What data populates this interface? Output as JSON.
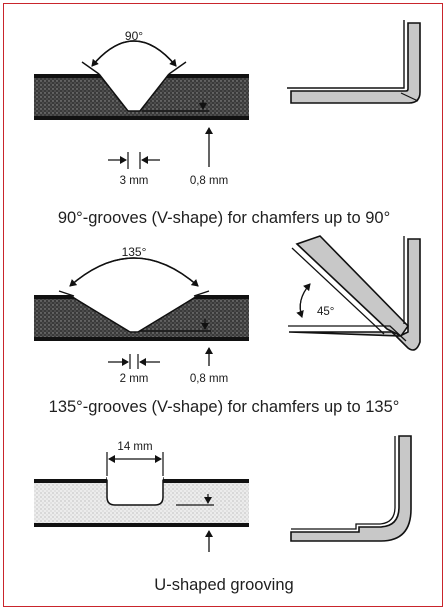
{
  "sections": [
    {
      "angle_label": "90°",
      "width_label": "3 mm",
      "depth_label": "0,8 mm",
      "caption": "90°-grooves (V-shape) for chamfers up to 90°"
    },
    {
      "angle_label": "135°",
      "width_label": "2 mm",
      "depth_label": "0,8 mm",
      "fold_angle_label": "45°",
      "caption": "135°-grooves (V-shape) for chamfers up to 135°"
    },
    {
      "width_label": "14 mm",
      "caption": "U-shaped grooving"
    }
  ],
  "colors": {
    "border": "#c9252c",
    "panel_face": "#111111",
    "core_dense": "#2e2e2e",
    "core_light": "#dcdcdc",
    "profile_fill": "#c8c8c8"
  }
}
